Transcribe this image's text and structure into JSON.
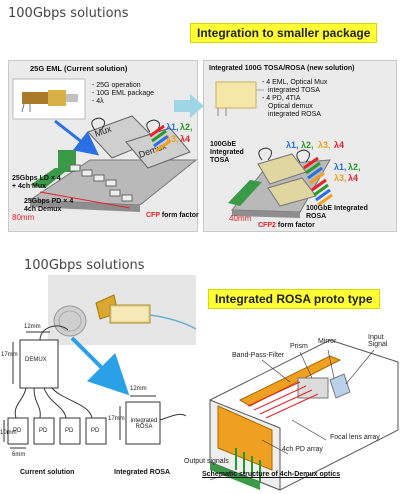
{
  "top": {
    "heading": "100Gbps solutions",
    "banner": "Integration to smaller package",
    "left_panel": {
      "title": "25G EML (Current solution)",
      "bullets": [
        "- 25G operation",
        "- 10G EML package",
        "- 4λ"
      ],
      "mux_label": "Mux",
      "demux_label": "Demux",
      "ld_label": "25Gbps LD × 4 + 4ch Mux",
      "pd_label": "25Gbps PD × 4 4ch Demux",
      "dim_label": "80mm",
      "form_factor_a": "CFP",
      "form_factor_b": "form factor",
      "lambda": [
        "λ1,",
        "λ2,",
        "λ3,",
        "λ4"
      ]
    },
    "right_panel": {
      "title": "Integrated 100G TOSA/ROSA (new solution)",
      "bullets": [
        "- 4 EML, Optical Mux",
        "integrated TOSA",
        "- 4 PD, 4TIA",
        "Optical demux",
        "integrated ROSA"
      ],
      "tosa_label": "100GbE Integrated TOSA",
      "rosa_label": "100GbE Integrated ROSA",
      "dim_label": "40mm",
      "form_factor_a": "CFP2",
      "form_factor_b": "form factor",
      "lambda_top": [
        "λ1,",
        "λ2,",
        "λ3,",
        "λ4"
      ],
      "lambda_side": [
        "λ1,",
        "λ2,",
        "λ3,",
        "λ4"
      ]
    }
  },
  "bottom": {
    "heading": "100Gbps solutions",
    "banner": "Integrated ROSA proto type",
    "schematic": {
      "dim_12mm_a": "12mm",
      "dim_17mm_a": "17mm",
      "demux_label": "DEMUX",
      "pd_label": "PD",
      "dim_10mm": "10mm",
      "dim_6mm": "6mm",
      "dim_12mm_b": "12mm",
      "dim_17mm_b": "17mm",
      "rosa_box_label": "integrated ROSA",
      "caption_current": "Current solution",
      "caption_integrated": "Integrated ROSA"
    },
    "optics": {
      "labels": [
        "Band-Pass-Filter",
        "Prism",
        "Mirror",
        "Input Signal",
        "4ch PD array",
        "Focal lens array",
        "Output signals"
      ],
      "caption": "Schematic structure of 4ch-Demux optics"
    }
  },
  "colors": {
    "banner": "#ffff33",
    "panel": "#ebebeb",
    "arrow_blue": "#2aa0e6",
    "red": "#e8202a",
    "board_green": "#3a9a48",
    "optics_orange": "#f0a020"
  }
}
